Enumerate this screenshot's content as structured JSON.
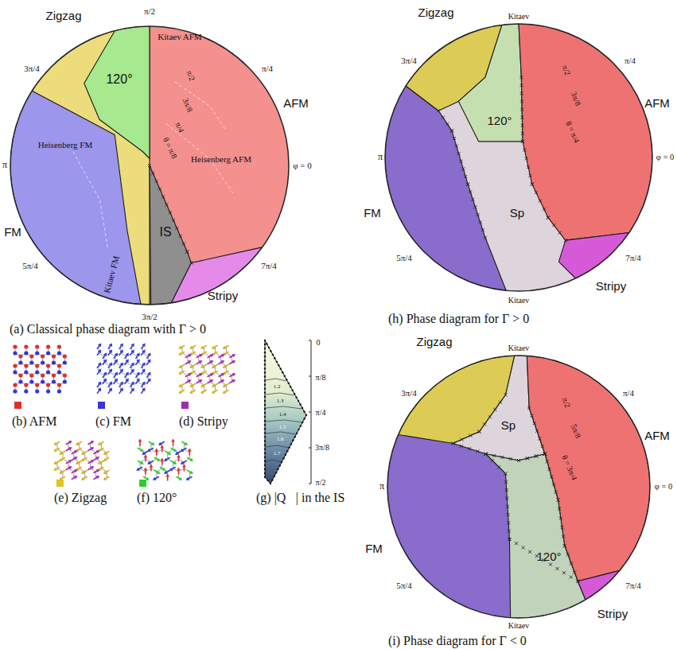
{
  "diagram": {
    "labels": [
      "Zigzag",
      "π/2",
      "3π/4",
      "π/4",
      "120°",
      "Kitaev AFM",
      "π/2",
      "3π/8",
      "π/4",
      "θ = π/8",
      "AFM",
      "Heisenberg AFM",
      "φ = 0",
      "π",
      "Heisenberg FM",
      "FM",
      "5π/4",
      "IS",
      "7π/4",
      "Kitaev FM",
      "3π/2",
      "Stripy",
      "(a) Classical phase diagram with Γ > 0",
      "0",
      "π/8",
      "π/4",
      "3π/8",
      "π/2",
      "1.2",
      "1.3",
      "1.4",
      "1.5",
      "1.6",
      "1.7",
      "(g) |Q⃗| in the IS",
      "Zigzag",
      "Kitaev",
      "3π/4",
      "π/4",
      "120°",
      "π/2",
      "3π/8",
      "θ = π/4",
      "AFM",
      "φ = 0",
      "π",
      "Sp",
      "FM",
      "5π/4",
      "7π/4",
      "Kitaev",
      "Stripy",
      "(h) Phase diagram for Γ > 0",
      "Zigzag",
      "Kitaev",
      "3π/4",
      "π/4",
      "Sp",
      "π/2",
      "5π/8",
      "θ = 3π/4",
      "AFM",
      "φ = 0",
      "π",
      "FM",
      "120°",
      "5π/4",
      "7π/4",
      "Kitaev",
      "Stripy",
      "(i) Phase diagram for Γ < 0"
    ],
    "legend": [
      {
        "text": "(b) AFM",
        "color": "#e0302a"
      },
      {
        "text": "(c) FM",
        "color": "#3535d8"
      },
      {
        "text": "(d) Stripy",
        "color": "#a22bb0"
      },
      {
        "text": "(e) Zigzag",
        "color": "#e3c21c"
      },
      {
        "text": "(f) 120°",
        "color": "#2ecc2e"
      }
    ]
  }
}
